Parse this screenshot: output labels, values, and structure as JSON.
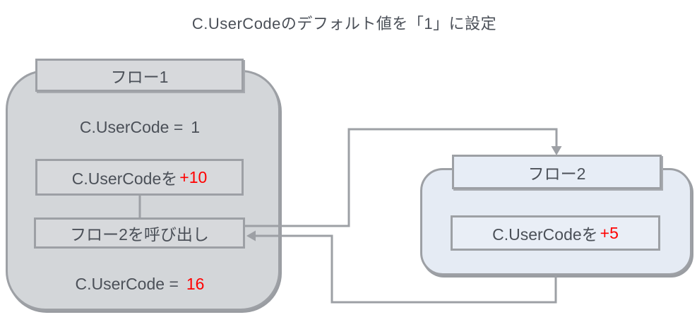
{
  "title": "C.UserCodeのデフォルト値を「1」に設定",
  "colors": {
    "background": "#ffffff",
    "text": "#4b5058",
    "red_value": "#ff0000",
    "line_and_border": "#9da0a5",
    "flow1_fill": "#d3d6d9",
    "flow2_fill": "#e5ebf4"
  },
  "flow1": {
    "title": "フロー1",
    "initial": {
      "label": "C.UserCode =",
      "value": "1"
    },
    "step_add": {
      "label": "C.UserCodeを",
      "value": "+10"
    },
    "step_call": {
      "label": "フロー2を呼び出し"
    },
    "result": {
      "label": "C.UserCode =",
      "value": "16"
    }
  },
  "flow2": {
    "title": "フロー2",
    "step_add": {
      "label": "C.UserCodeを",
      "value": "+5"
    }
  },
  "connectors": {
    "call_arrowhead": "down",
    "return_arrowhead": "left"
  }
}
